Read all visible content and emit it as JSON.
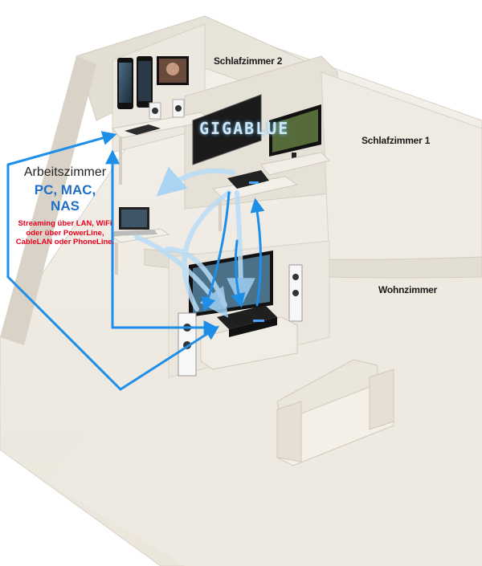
{
  "rooms": {
    "schlafzimmer2": "Schlafzimmer 2",
    "schlafzimmer1": "Schlafzimmer 1",
    "wohnzimmer": "Wohnzimmer"
  },
  "arbeitszimmer": {
    "title": "Arbeitszimmer",
    "line1": "PC, MAC,",
    "line2": "NAS",
    "streaming_line1": "Streaming über LAN, WiFi",
    "streaming_line2": "oder über PowerLine,",
    "streaming_line3": "CableLAN oder PhoneLine."
  },
  "logo": "GIGABLUE",
  "colors": {
    "arrow_blue": "#1e8fe8",
    "accent_text": "#1f6fc8",
    "warning_text": "#e8001c",
    "wall": "#e9e4da",
    "floor": "#f1ede6"
  }
}
